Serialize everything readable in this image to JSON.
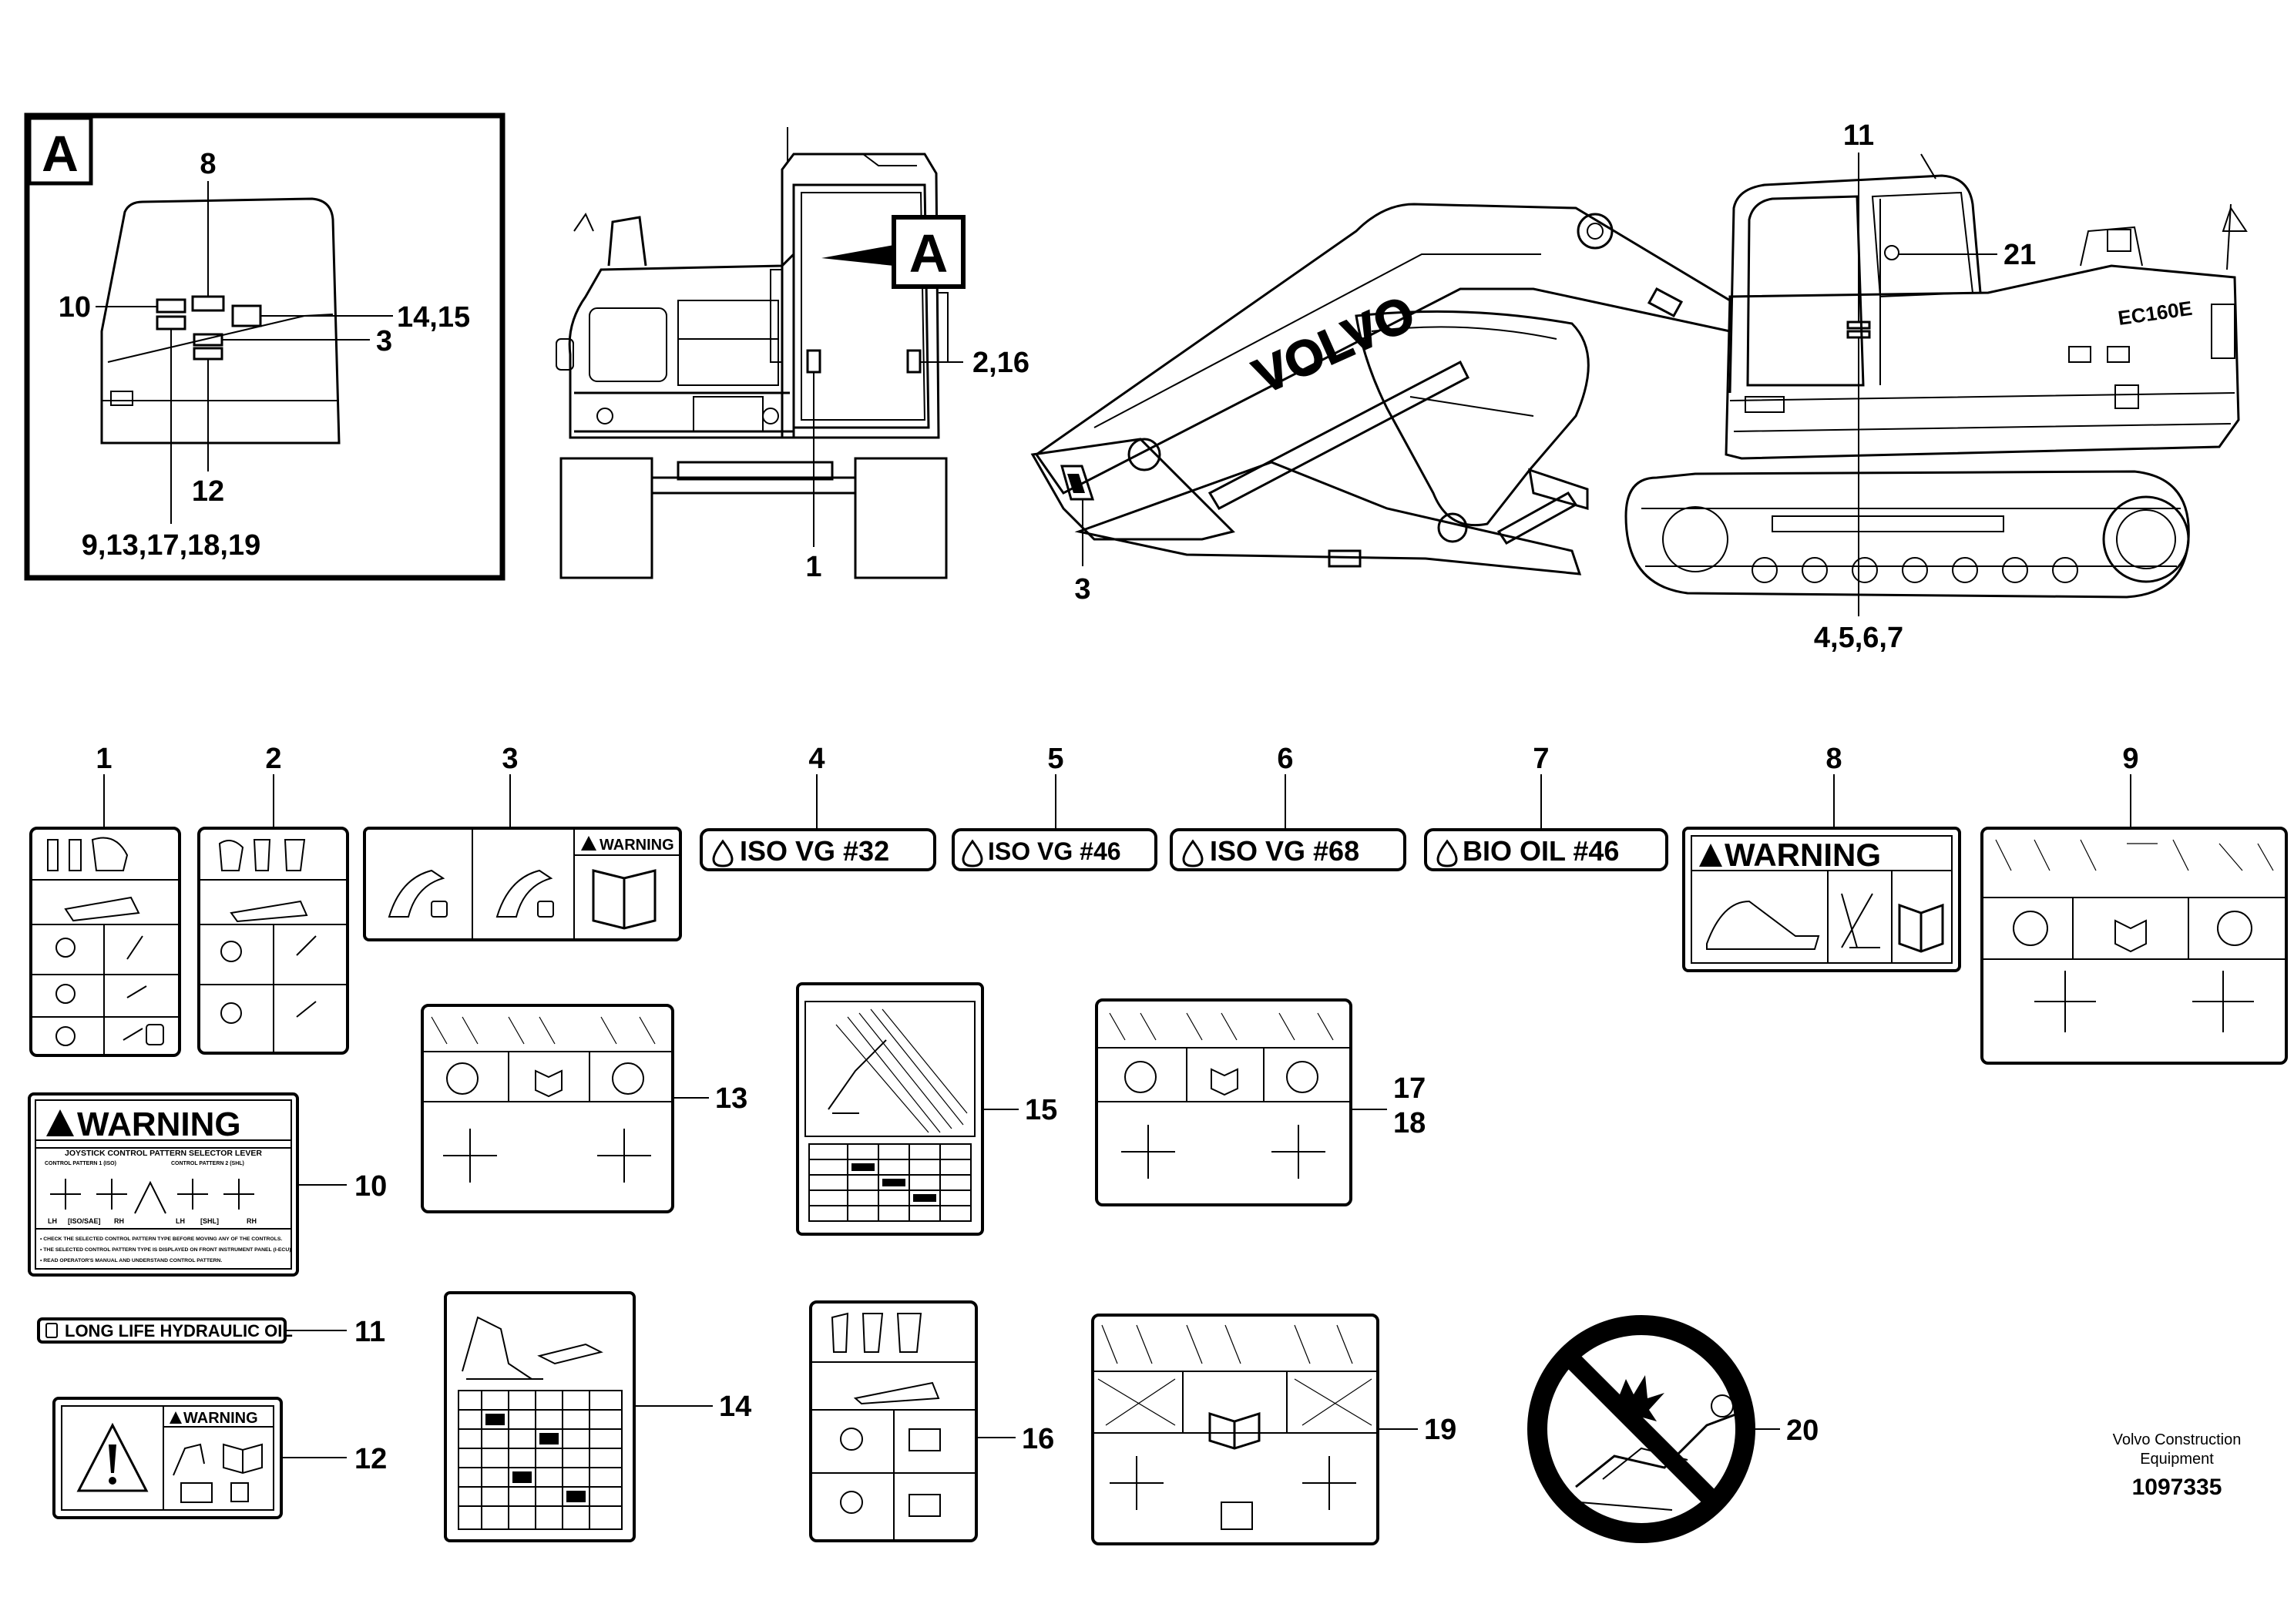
{
  "detail": {
    "letter": "A",
    "callouts": {
      "c8": "8",
      "c10": "10",
      "c14_15": "14,15",
      "c3": "3",
      "c12": "12",
      "c9_group": "9,13,17,18,19"
    }
  },
  "rear_view": {
    "view_tag": "A",
    "callouts": {
      "c2_16": "2,16",
      "c1": "1"
    }
  },
  "side_view": {
    "brand_text": "VOLVO",
    "model_badge": "EC160E",
    "callouts": {
      "c11": "11",
      "c21": "21",
      "c3": "3",
      "c4_7": "4,5,6,7"
    }
  },
  "decal_numbers": {
    "n1": "1",
    "n2": "2",
    "n3": "3",
    "n4": "4",
    "n5": "5",
    "n6": "6",
    "n7": "7",
    "n8": "8",
    "n9": "9",
    "n10": "10",
    "n11": "11",
    "n12": "12",
    "n13": "13",
    "n14": "14",
    "n15": "15",
    "n16": "16",
    "n17": "17",
    "n18": "18",
    "n19": "19",
    "n20": "20"
  },
  "decals": {
    "d3_warning": "WARNING",
    "d4_label": "ISO VG #32",
    "d5_label": "ISO VG #46",
    "d6_label": "ISO VG #68",
    "d7_label": "BIO OIL #46",
    "d8_warning": "WARNING",
    "d10_warning": "WARNING",
    "d10_title": "JOYSTICK CONTROL PATTERN SELECTOR LEVER",
    "d10_pattern1": "CONTROL PATTERN 1 (ISO)",
    "d10_pattern2": "CONTROL PATTERN 2 (SHL)",
    "d10_lh1": "LH",
    "d10_mode1": "[ISO/SAE]",
    "d10_rh1": "RH",
    "d10_lh2": "LH",
    "d10_mode2": "[SHL]",
    "d10_rh2": "RH",
    "d10_note1": "• CHECK THE SELECTED CONTROL PATTERN TYPE BEFORE MOVING ANY OF THE CONTROLS.",
    "d10_note2": "• THE SELECTED CONTROL PATTERN TYPE IS DISPLAYED ON FRONT INSTRUMENT PANEL (I-ECU).",
    "d10_note3": "• READ OPERATOR'S MANUAL AND UNDERSTAND CONTROL PATTERN.",
    "d11_label": "LONG LIFE HYDRAULIC OIL",
    "d12_warning": "WARNING"
  },
  "footer": {
    "company_line1": "Volvo Construction",
    "company_line2": "Equipment",
    "doc_number": "1097335"
  }
}
